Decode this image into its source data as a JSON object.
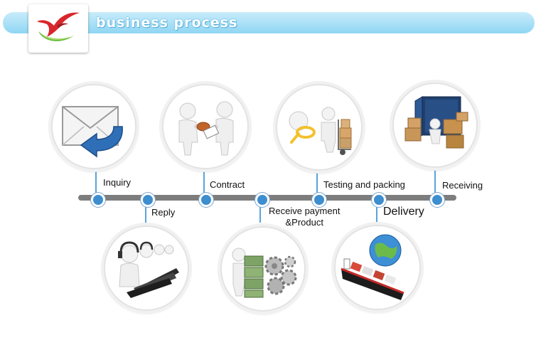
{
  "header": {
    "title": "business process",
    "bar_color": "#8fd6f3",
    "title_color": "#ffffff"
  },
  "process": {
    "steps": [
      {
        "id": "inquiry",
        "label": "Inquiry",
        "position": "above",
        "icon": "envelope-arrow-icon"
      },
      {
        "id": "reply",
        "label": "Reply",
        "position": "below",
        "icon": "call-center-icon"
      },
      {
        "id": "contract",
        "label": "Contract",
        "position": "above",
        "icon": "handshake-contract-icon"
      },
      {
        "id": "receive-payment",
        "label_lines": [
          "Receive payment",
          "&Product"
        ],
        "position": "below",
        "icon": "money-gears-icon"
      },
      {
        "id": "testing-packing",
        "label": "Testing and packing",
        "position": "above",
        "icon": "magnifier-handcart-icon"
      },
      {
        "id": "delivery",
        "label": "Delivery",
        "position": "below",
        "icon": "cargo-ship-globe-icon"
      },
      {
        "id": "receiving",
        "label": "Receiving",
        "position": "above",
        "icon": "container-boxes-icon"
      }
    ]
  },
  "colors": {
    "node": "#3c8ecf",
    "connector": "#58a4dd",
    "timeline": "#7d7d7d"
  }
}
